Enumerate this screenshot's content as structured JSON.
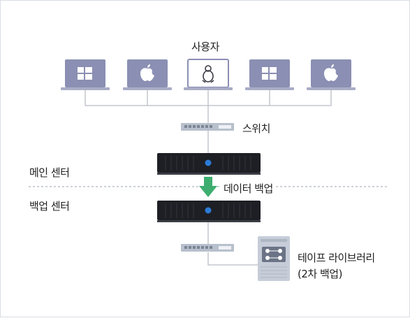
{
  "users": {
    "label": "사용자",
    "laptops": [
      {
        "os_icon": "windows-icon"
      },
      {
        "os_icon": "apple-icon"
      },
      {
        "os_icon": "linux-icon"
      },
      {
        "os_icon": "windows-icon"
      },
      {
        "os_icon": "apple-icon"
      }
    ]
  },
  "switch": {
    "label": "스위치"
  },
  "zones": {
    "main_center": "메인 센터",
    "backup_center": "백업 센터"
  },
  "data_backup": {
    "label": "데이터 백업"
  },
  "tape_library": {
    "label_line1": "테이프 라이브러리",
    "label_line2": "(2차 백업)"
  },
  "colors": {
    "laptop_body": "#8b8fb3",
    "laptop_screen_border": "#b9bcd6",
    "connector_line": "#b8bcc4",
    "switch_body": "#b7c0cc",
    "server_body": "#1d1f24",
    "server_accent": "#2b7bd6",
    "arrow_green": "#3dae6f",
    "dashed_line": "#9aa0b4",
    "tape_body": "#c6cdd8"
  }
}
